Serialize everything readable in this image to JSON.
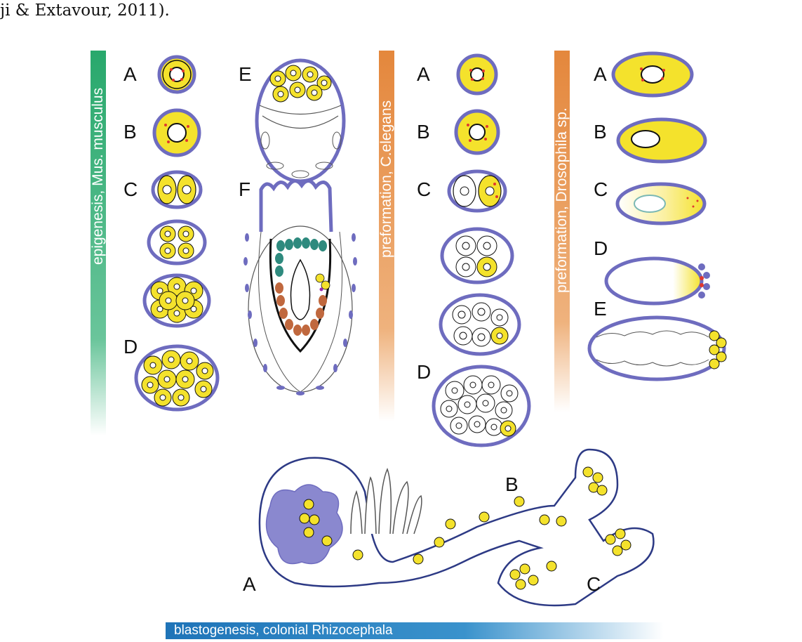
{
  "caption": "ji & Extavour, 2011).",
  "columns": {
    "mus": "epigenesis, Mus. musculus",
    "celegans": "preformation, C.elegans",
    "drosophila": "preformation, Drosophila sp."
  },
  "bottom_label": "blastogenesis, colonial Rhizocephala",
  "letters": {
    "mus_a": "A",
    "mus_b": "B",
    "mus_c": "C",
    "mus_d": "D",
    "mus_e": "E",
    "mus_f": "F",
    "cel_a": "A",
    "cel_b": "B",
    "cel_c": "C",
    "cel_d": "D",
    "dro_a": "A",
    "dro_b": "B",
    "dro_c": "C",
    "dro_d": "D",
    "dro_e": "E",
    "rhi_a": "A",
    "rhi_b": "B",
    "rhi_c": "C"
  },
  "colors": {
    "membrane": "#6e6cbf",
    "germplasm": "#f4e22c",
    "granule": "#e0382e",
    "teal": "#2e8a7e",
    "rust": "#c0683e",
    "column_green": "#28a86c",
    "column_orange": "#e4873c",
    "bottom_blue": "#1f74b8"
  }
}
